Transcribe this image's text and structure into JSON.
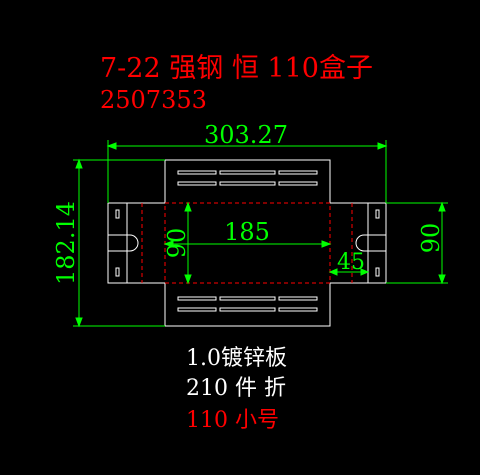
{
  "drawing": {
    "title_line1": "7-22 强钢 恒 110盒子",
    "title_line2": "2507353",
    "dim_overall_width": "303.27",
    "dim_overall_height": "182.14",
    "dim_inner_width": "185",
    "dim_inner_height_left": "90",
    "dim_inner_height_right": "90",
    "dim_tab_width": "45",
    "note_material": "1.0镀锌板",
    "note_qty_fold": "210 件 折",
    "note_size": "110 小号"
  },
  "colors": {
    "background": "#000000",
    "outline": "#ffffff",
    "dimension": "#00ff00",
    "title": "#ff0000",
    "fold_line": "#ff0000",
    "note": "#ffffff",
    "note_red": "#ff0000"
  }
}
